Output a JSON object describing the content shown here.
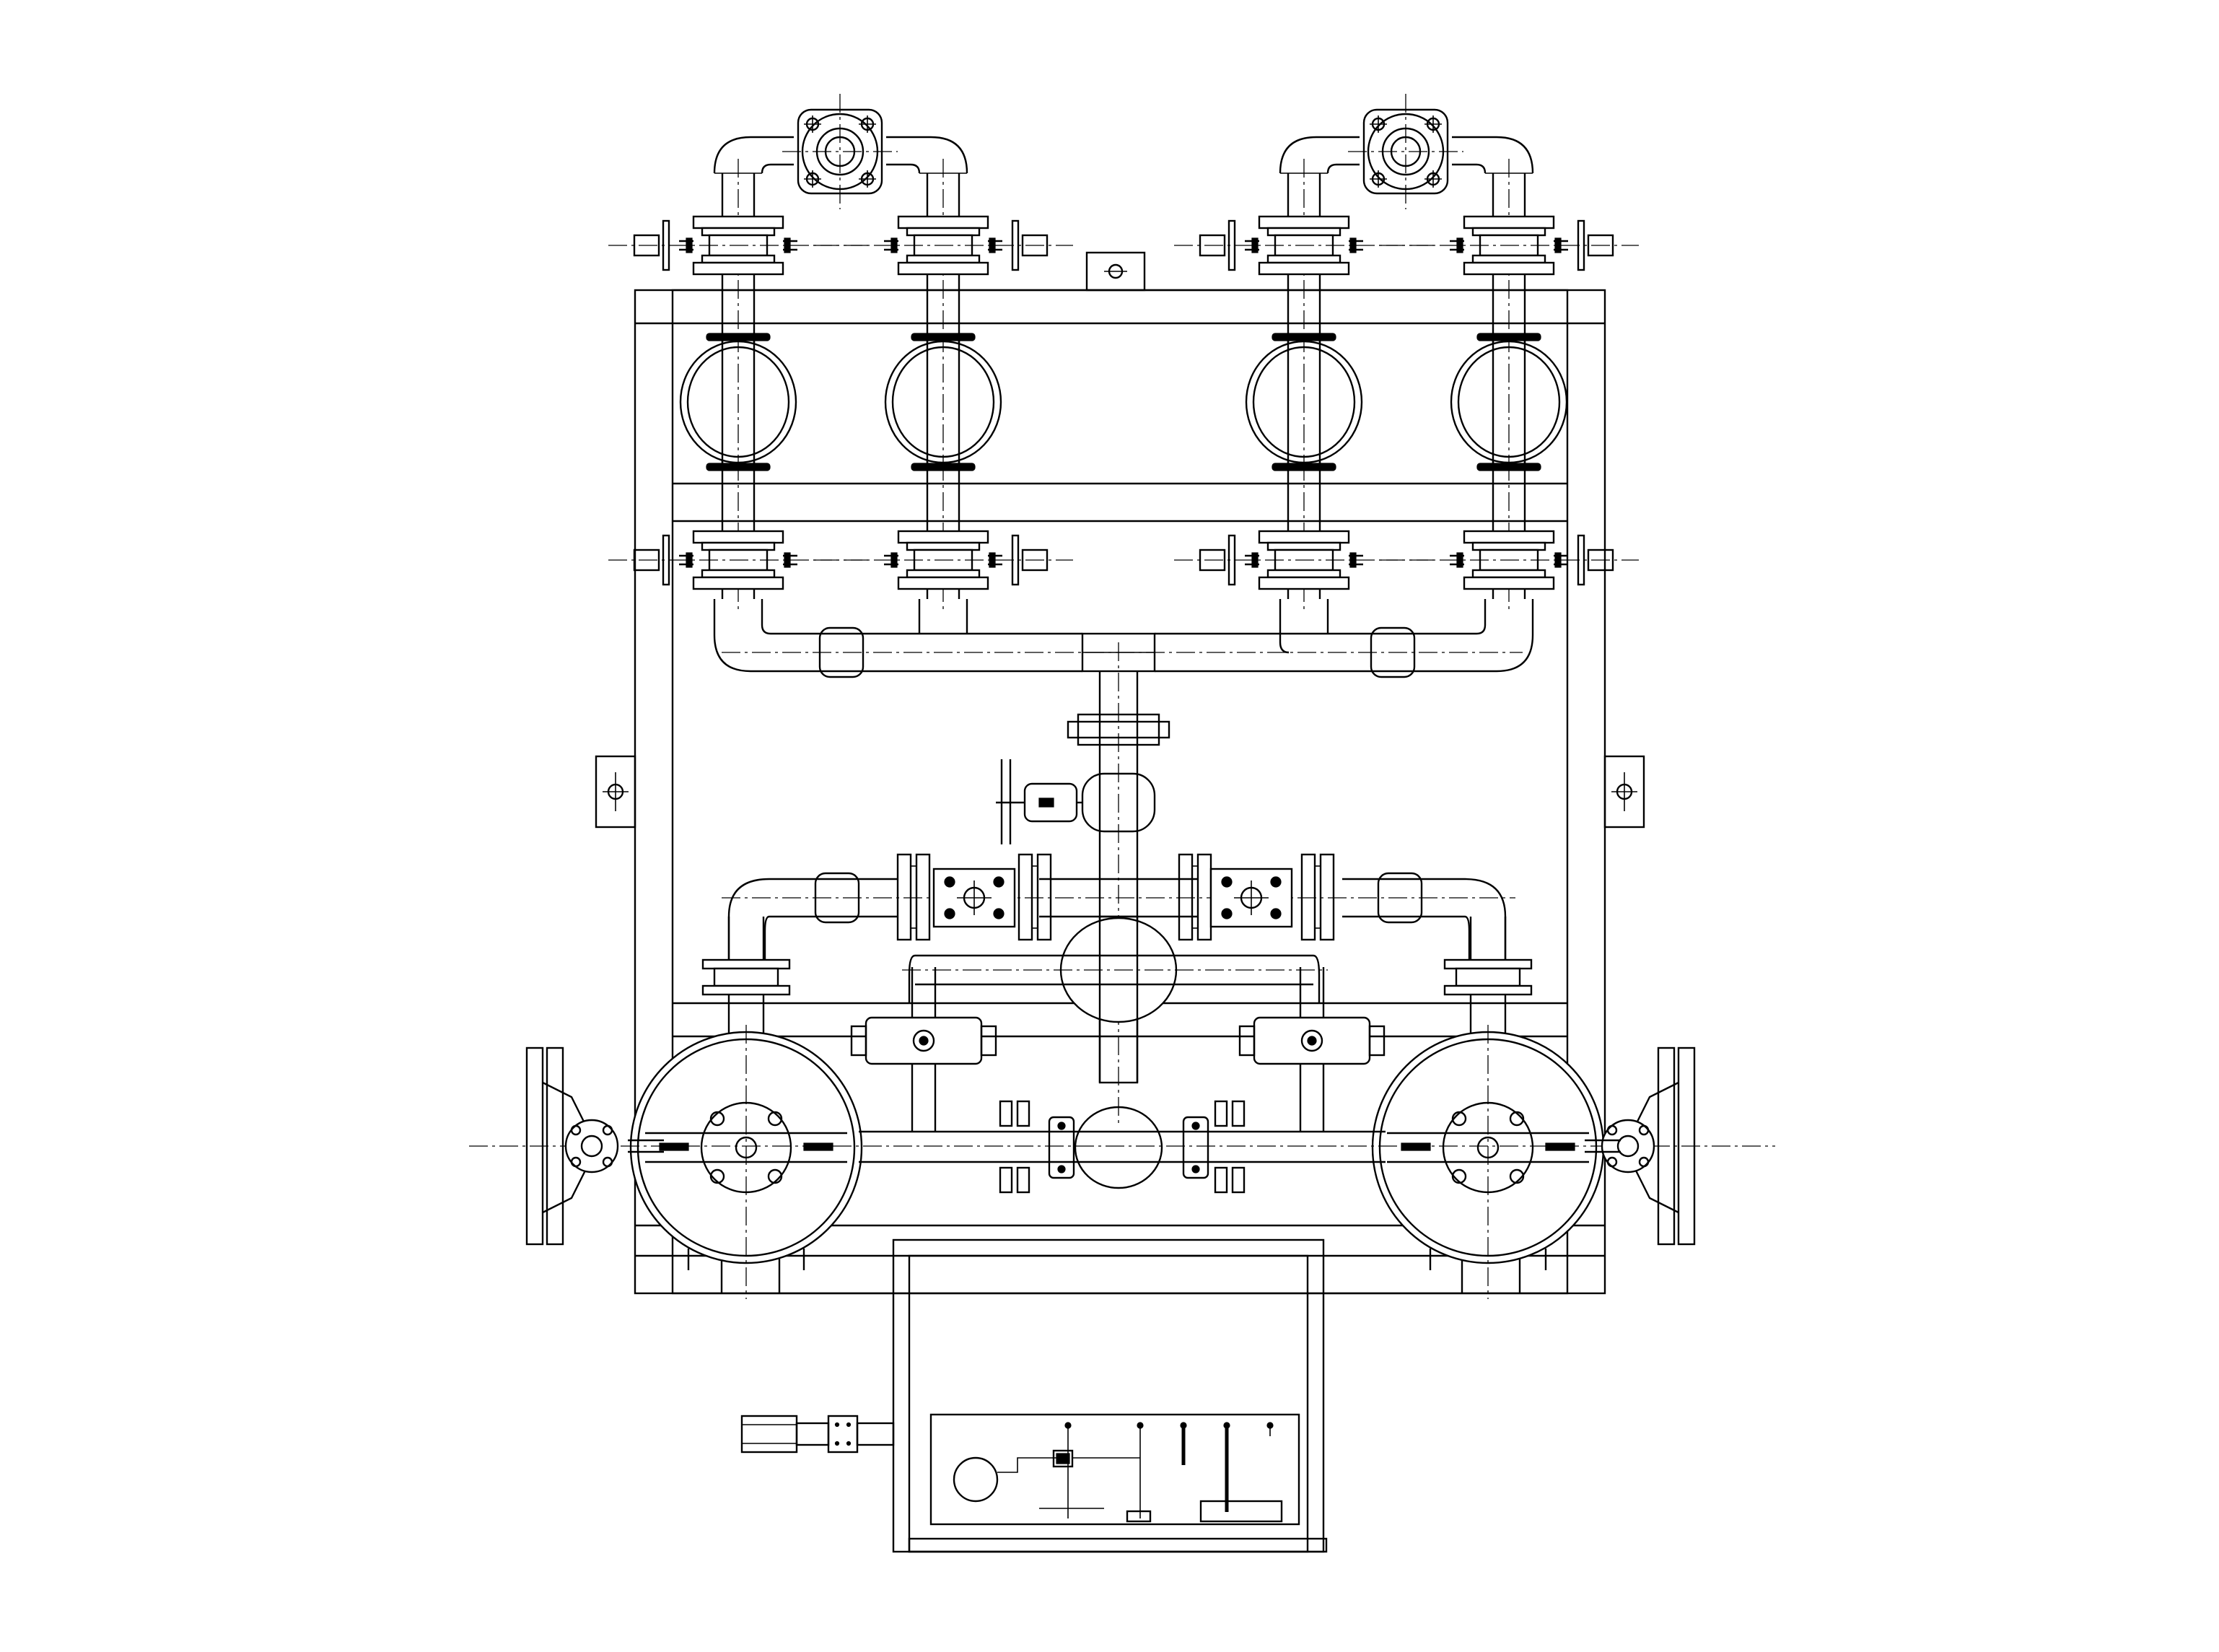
{
  "drawing": {
    "kind": "piping skid top view line drawing",
    "background": "#ffffff",
    "line_color": "#000000",
    "components": {
      "top_flange_bolt_count": 4,
      "diaphragm_valves": 4,
      "upper_flange_sets": 4,
      "lower_flange_sets": 4,
      "pneumatic_actuators": 2,
      "main_vessels": 2,
      "handwheel_valves": 1
    }
  }
}
